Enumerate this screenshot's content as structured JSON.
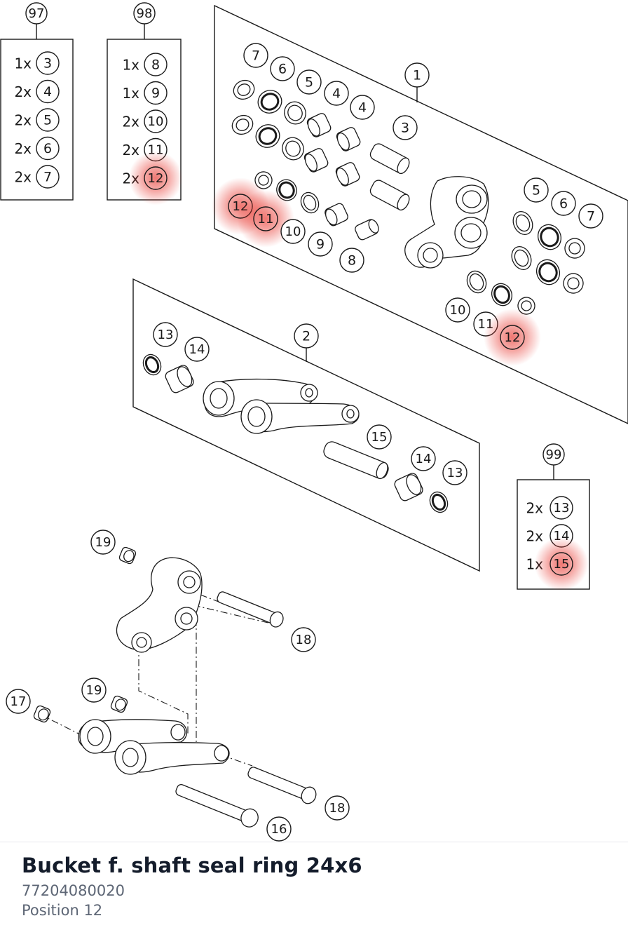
{
  "colors": {
    "highlight": "#e8322a",
    "line": "#1a1a1a",
    "title": "#141c2b",
    "meta": "#5d6675"
  },
  "kits": [
    {
      "number": "97",
      "rows": [
        {
          "qty": "1x",
          "ref": "3"
        },
        {
          "qty": "2x",
          "ref": "4"
        },
        {
          "qty": "2x",
          "ref": "5"
        },
        {
          "qty": "2x",
          "ref": "6"
        },
        {
          "qty": "2x",
          "ref": "7"
        }
      ]
    },
    {
      "number": "98",
      "rows": [
        {
          "qty": "1x",
          "ref": "8"
        },
        {
          "qty": "1x",
          "ref": "9"
        },
        {
          "qty": "2x",
          "ref": "10"
        },
        {
          "qty": "2x",
          "ref": "11"
        },
        {
          "qty": "2x",
          "ref": "12",
          "highlight": true
        }
      ]
    },
    {
      "number": "99",
      "rows": [
        {
          "qty": "2x",
          "ref": "13"
        },
        {
          "qty": "2x",
          "ref": "14"
        },
        {
          "qty": "1x",
          "ref": "15",
          "highlight": true
        }
      ]
    }
  ],
  "callouts": [
    {
      "ref": "1"
    },
    {
      "ref": "2"
    },
    {
      "ref": "3"
    },
    {
      "ref": "4"
    },
    {
      "ref": "4"
    },
    {
      "ref": "5"
    },
    {
      "ref": "6"
    },
    {
      "ref": "7"
    },
    {
      "ref": "12",
      "highlight": true
    },
    {
      "ref": "11",
      "highlight": true
    },
    {
      "ref": "10"
    },
    {
      "ref": "9"
    },
    {
      "ref": "8"
    },
    {
      "ref": "5"
    },
    {
      "ref": "6"
    },
    {
      "ref": "7"
    },
    {
      "ref": "10"
    },
    {
      "ref": "11"
    },
    {
      "ref": "12",
      "highlight": true
    },
    {
      "ref": "13"
    },
    {
      "ref": "14"
    },
    {
      "ref": "15"
    },
    {
      "ref": "14"
    },
    {
      "ref": "13"
    },
    {
      "ref": "19"
    },
    {
      "ref": "18"
    },
    {
      "ref": "19"
    },
    {
      "ref": "17"
    },
    {
      "ref": "18"
    },
    {
      "ref": "16"
    }
  ],
  "part": {
    "name": "Bucket f. shaft seal ring 24x6",
    "number": "77204080020",
    "position": "Position 12"
  }
}
